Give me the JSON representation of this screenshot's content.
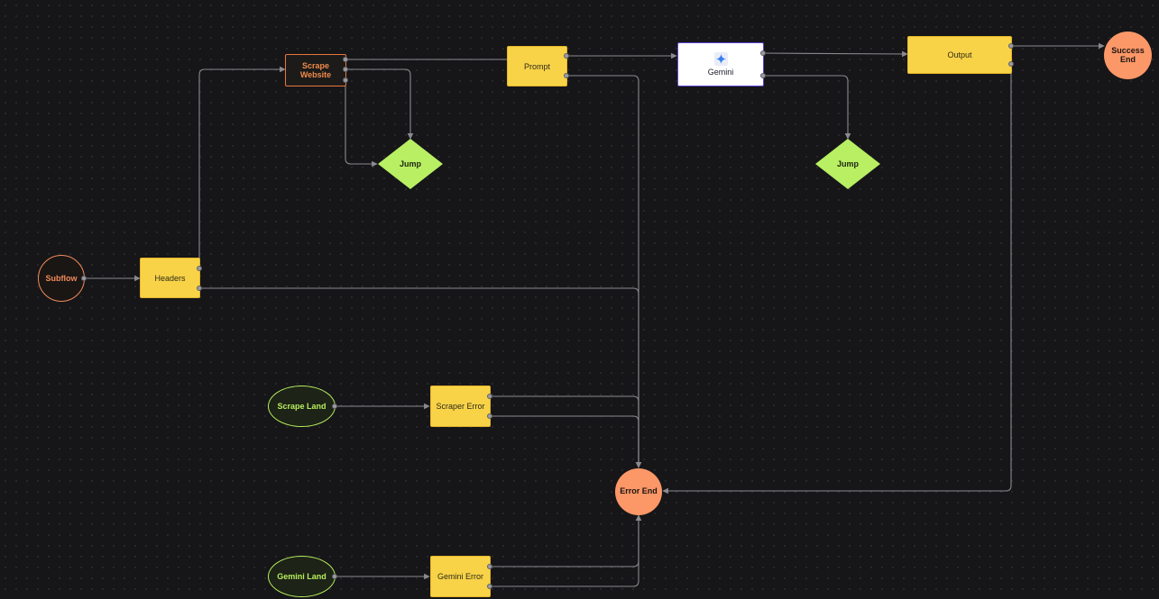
{
  "canvas": {
    "background": "#161618",
    "edge_color": "#8a8a90"
  },
  "nodes": {
    "subflow": "Subflow",
    "headers": "Headers",
    "scrape_website": "Scrape Website",
    "jump_1": "Jump",
    "prompt": "Prompt",
    "gemini": "Gemini",
    "jump_2": "Jump",
    "output": "Output",
    "success_end_line1": "Success",
    "success_end_line2": "End",
    "scrape_land": "Scrape Land",
    "scraper_error": "Scraper Error",
    "error_end": "Error End",
    "gemini_land": "Gemini Land",
    "gemini_error": "Gemini Error"
  },
  "icons": {
    "gemini": "gemini-sparkle-icon"
  },
  "colors": {
    "task_node": "#f8d347",
    "start_node": "#f28b5a",
    "end_node": "#fc9768",
    "jump_node": "#b9ef63",
    "land_node": "#b8ee5e",
    "scrape_accent": "#e5783c",
    "gemini_border": "#5b46d6"
  }
}
